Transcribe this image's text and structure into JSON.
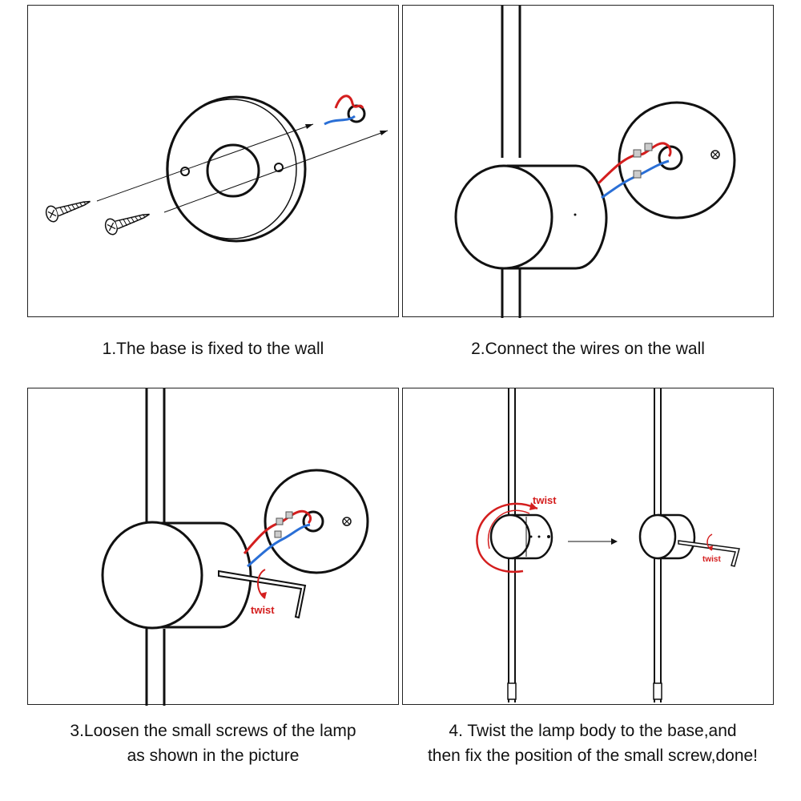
{
  "steps": [
    {
      "number": 1,
      "caption_lines": [
        "1.The base is fixed to the wall"
      ]
    },
    {
      "number": 2,
      "caption_lines": [
        "2.Connect the wires on the wall"
      ]
    },
    {
      "number": 3,
      "caption_lines": [
        "3.Loosen the small screws of the lamp",
        "as shown in the picture"
      ]
    },
    {
      "number": 4,
      "caption_lines": [
        "4. Twist the lamp body to the base,and",
        "then fix the position of the small screw,done!"
      ]
    }
  ],
  "annotations": {
    "twist_label": "twist"
  },
  "colors": {
    "line": "#111111",
    "live_wire": "#d41e1e",
    "neutral_wire": "#2a6fd6",
    "connector": "#888888",
    "twist_arrow": "#d41e1e"
  }
}
